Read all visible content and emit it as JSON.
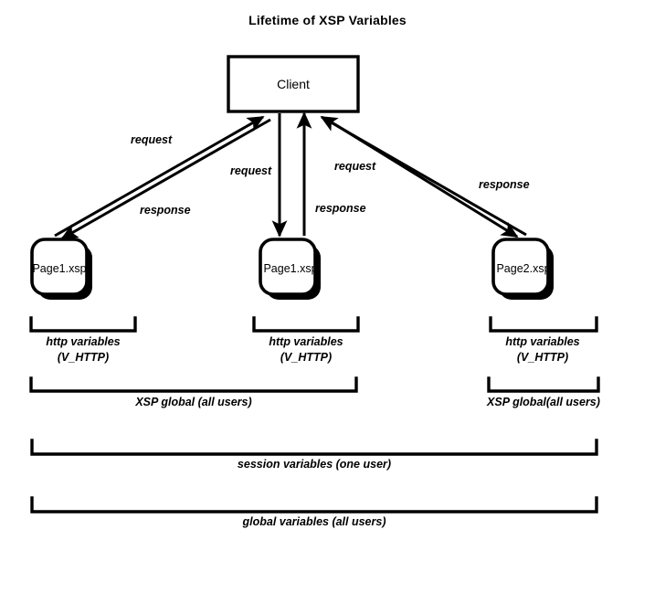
{
  "diagram": {
    "title": "Lifetime of XSP Variables",
    "nodes": {
      "client": "Client",
      "page1a": "Page1.xsp",
      "page1b": "Page1.xsp",
      "page2": "Page2.xsp"
    },
    "flows": [
      {
        "name": "request-left",
        "label": "request"
      },
      {
        "name": "response-left",
        "label": "response"
      },
      {
        "name": "request-mid",
        "label": "request"
      },
      {
        "name": "response-mid",
        "label": "response"
      },
      {
        "name": "request-right",
        "label": "request"
      },
      {
        "name": "response-right",
        "label": "response"
      }
    ],
    "scopes": {
      "http_left": {
        "line1": "http variables",
        "line2": "(V_HTTP)"
      },
      "http_mid": {
        "line1": "http variables",
        "line2": "(V_HTTP)"
      },
      "http_right": {
        "line1": "http variables",
        "line2": "(V_HTTP)"
      },
      "xsp_left": "XSP global (all users)",
      "xsp_right": "XSP global(all users)",
      "session": "session variables (one user)",
      "global": "global variables (all users)"
    },
    "colors": {
      "ink": "#000000",
      "background": "#ffffff",
      "shadow": "#000000"
    }
  }
}
